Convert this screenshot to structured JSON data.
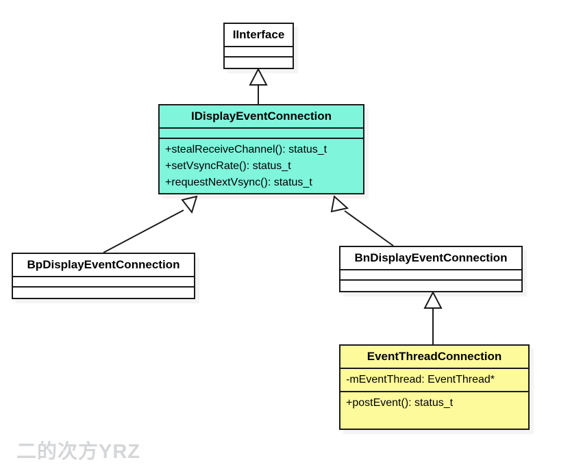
{
  "diagram": {
    "type": "uml-class-diagram",
    "background_color": "#ffffff",
    "border_color": "#1a1a1a",
    "classes": [
      {
        "id": "iinterface",
        "name": "IInterface",
        "fill_color": "#ffffff",
        "attributes": [],
        "operations": []
      },
      {
        "id": "idisplayeventconnection",
        "name": "IDisplayEventConnection",
        "fill_color": "#7ff5dc",
        "attributes": [],
        "operations": [
          "+stealReceiveChannel(): status_t",
          "+setVsyncRate(): status_t",
          "+requestNextVsync(): status_t"
        ]
      },
      {
        "id": "bpdisplayeventconnection",
        "name": "BpDisplayEventConnection",
        "fill_color": "#ffffff",
        "attributes": [],
        "operations": []
      },
      {
        "id": "bndisplayeventconnection",
        "name": "BnDisplayEventConnection",
        "fill_color": "#ffffff",
        "attributes": [],
        "operations": []
      },
      {
        "id": "eventthreadconnection",
        "name": "EventThreadConnection",
        "fill_color": "#fdfa9b",
        "attributes": [
          "-mEventThread: EventThread*"
        ],
        "operations": [
          "+postEvent(): status_t"
        ]
      }
    ],
    "relationships": [
      {
        "type": "generalization",
        "from": "idisplayeventconnection",
        "to": "iinterface"
      },
      {
        "type": "generalization",
        "from": "bpdisplayeventconnection",
        "to": "idisplayeventconnection"
      },
      {
        "type": "generalization",
        "from": "bndisplayeventconnection",
        "to": "idisplayeventconnection"
      },
      {
        "type": "generalization",
        "from": "eventthreadconnection",
        "to": "bndisplayeventconnection"
      }
    ]
  },
  "watermark": {
    "text": "二的次方YRZ",
    "color": "#d4d6d8"
  }
}
